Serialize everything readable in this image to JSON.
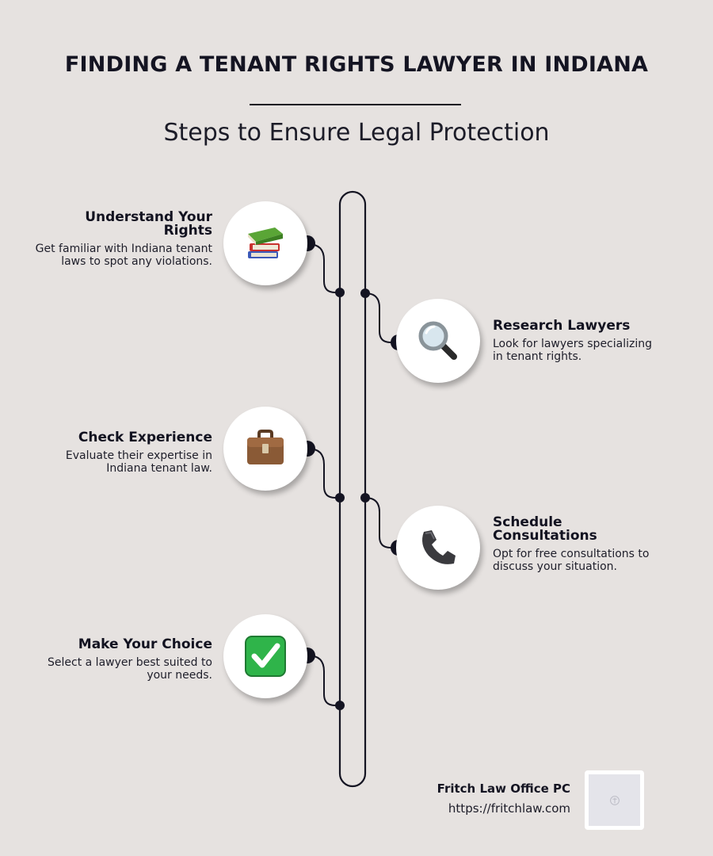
{
  "header": {
    "title": "FINDING A TENANT RIGHTS LAWYER IN INDIANA",
    "subtitle": "Steps to Ensure Legal Protection"
  },
  "steps": [
    {
      "title": "Understand Your Rights",
      "description": "Get familiar with Indiana tenant laws to spot any violations.",
      "icon": "books-icon",
      "side": "left"
    },
    {
      "title": "Research Lawyers",
      "description": "Look for lawyers specializing in tenant rights.",
      "icon": "magnifying-glass-icon",
      "side": "right"
    },
    {
      "title": "Check Experience",
      "description": "Evaluate their expertise in Indiana tenant law.",
      "icon": "briefcase-icon",
      "side": "left"
    },
    {
      "title": "Schedule Consultations",
      "description": "Opt for free consultations to discuss your situation.",
      "icon": "telephone-icon",
      "side": "right"
    },
    {
      "title": "Make Your Choice",
      "description": "Select a lawyer best suited to your needs.",
      "icon": "check-mark-icon",
      "side": "left"
    }
  ],
  "footer": {
    "company": "Fritch Law Office PC",
    "url": "https://fritchlaw.com",
    "logo_icon": "law-office-logo-icon"
  },
  "colors": {
    "background": "#e6e2e0",
    "text": "#141422",
    "line": "#141422",
    "check_green": "#2fb44a"
  }
}
